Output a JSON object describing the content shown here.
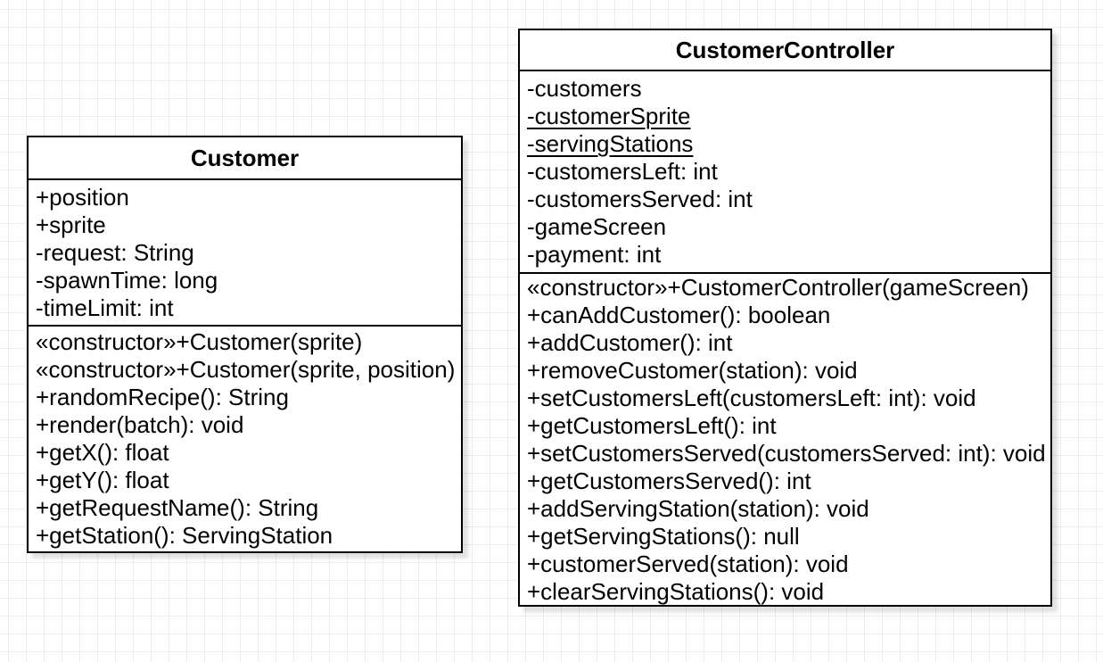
{
  "canvas": {
    "background_color": "#ffffff",
    "grid_color": "#ededed",
    "shape_border_color": "#000000",
    "shape_fill_color": "#ffffff",
    "text_color": "#000000"
  },
  "classes": [
    {
      "name": "Customer",
      "attributes": [
        {
          "text": "+position",
          "underline": false
        },
        {
          "text": "+sprite",
          "underline": false
        },
        {
          "text": "-request: String",
          "underline": false
        },
        {
          "text": "-spawnTime: long",
          "underline": false
        },
        {
          "text": "-timeLimit: int",
          "underline": false
        }
      ],
      "methods": [
        {
          "text": "«constructor»+Customer(sprite)",
          "underline": false
        },
        {
          "text": "«constructor»+Customer(sprite, position)",
          "underline": false
        },
        {
          "text": "+randomRecipe(): String",
          "underline": false
        },
        {
          "text": "+render(batch): void",
          "underline": false
        },
        {
          "text": "+getX(): float",
          "underline": false
        },
        {
          "text": "+getY(): float",
          "underline": false
        },
        {
          "text": "+getRequestName(): String",
          "underline": false
        },
        {
          "text": "+getStation(): ServingStation",
          "underline": false
        }
      ]
    },
    {
      "name": "CustomerController",
      "attributes": [
        {
          "text": "-customers",
          "underline": false
        },
        {
          "text": "-customerSprite",
          "underline": true
        },
        {
          "text": "-servingStations",
          "underline": true
        },
        {
          "text": "-customersLeft: int",
          "underline": false
        },
        {
          "text": "-customersServed: int",
          "underline": false
        },
        {
          "text": "-gameScreen",
          "underline": false
        },
        {
          "text": "-payment: int",
          "underline": false
        }
      ],
      "methods": [
        {
          "text": "«constructor»+CustomerController(gameScreen)",
          "underline": false
        },
        {
          "text": "+canAddCustomer(): boolean",
          "underline": false
        },
        {
          "text": "+addCustomer(): int",
          "underline": false
        },
        {
          "text": "+removeCustomer(station): void",
          "underline": false
        },
        {
          "text": "+setCustomersLeft(customersLeft: int): void",
          "underline": false
        },
        {
          "text": "+getCustomersLeft(): int",
          "underline": false
        },
        {
          "text": "+setCustomersServed(customersServed: int): void",
          "underline": false
        },
        {
          "text": "+getCustomersServed(): int",
          "underline": false
        },
        {
          "text": "+addServingStation(station): void",
          "underline": false
        },
        {
          "text": "+getServingStations(): null",
          "underline": false
        },
        {
          "text": "+customerServed(station): void",
          "underline": false
        },
        {
          "text": "+clearServingStations(): void",
          "underline": false
        }
      ]
    }
  ]
}
